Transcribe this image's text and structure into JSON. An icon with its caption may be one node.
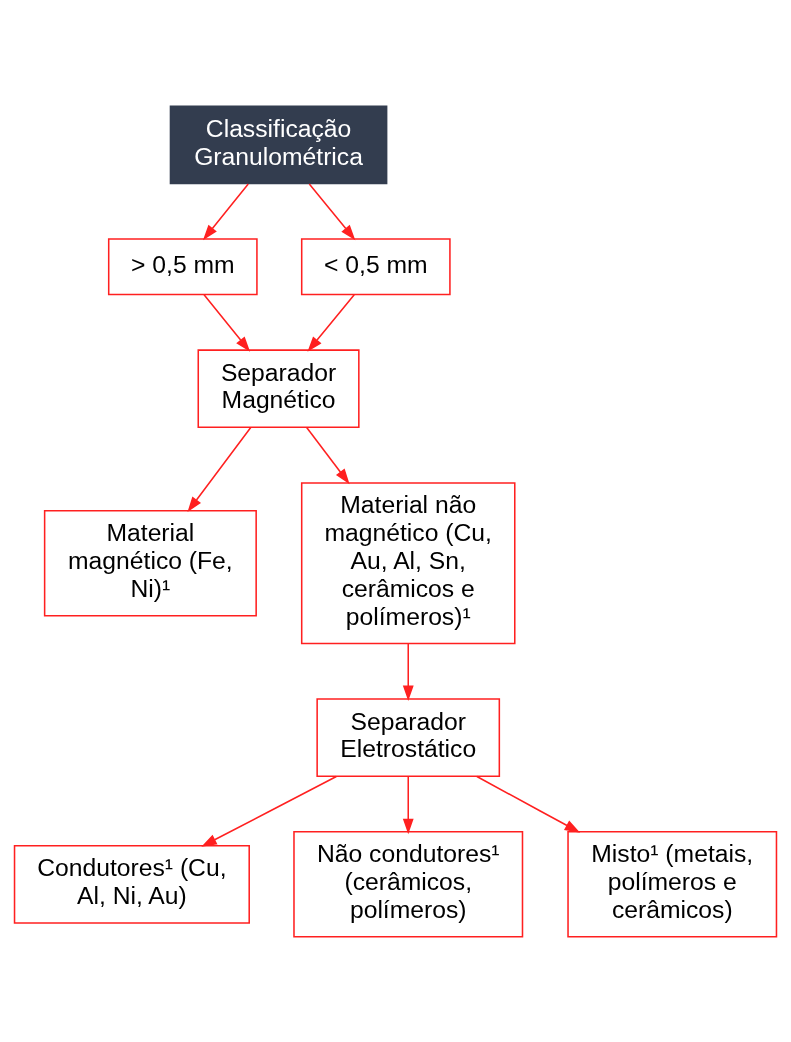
{
  "diagram": {
    "nodes": [
      {
        "text": [
          "Classificação Granulométrica"
        ]
      },
      {
        "text": [
          "> 0,5 mm"
        ]
      },
      {
        "text": [
          "< 0,5 mm"
        ]
      },
      {
        "text": [
          "Material magnético (Fe, Ni)¹"
        ]
      },
      {
        "text": [
          "Separador Magnético"
        ]
      },
      {
        "text": [
          "Material não magnético (Cu, Au, Al, Sn, cerâmicos e polímeros)¹"
        ]
      },
      {
        "text": [
          "Separador Eletrostático"
        ]
      },
      {
        "text": [
          "Condutores¹ (Cu, Al, Ni, Au)"
        ]
      },
      {
        "text": [
          "Não condutores¹ (cerâmicos, polímeros)"
        ]
      },
      {
        "text": [
          "Misto¹ (metais, polímeros e cerâmicos)"
        ]
      }
    ],
    "edges": [
      {
        "from": 0,
        "to": 1,
        "arrow": "to"
      },
      {
        "from": 0,
        "to": 2,
        "arrow": "to"
      },
      {
        "from": 1,
        "to": 4,
        "arrow": "to"
      },
      {
        "from": 2,
        "to": 4,
        "arrow": "to"
      },
      {
        "from": 4,
        "to": 3,
        "arrow": "to"
      },
      {
        "from": 4,
        "to": 5,
        "arrow": "to"
      },
      {
        "from": 5,
        "to": 6,
        "arrow": "to"
      },
      {
        "from": 6,
        "to": 7,
        "arrow": "to"
      },
      {
        "from": 6,
        "to": 8,
        "arrow": "to"
      },
      {
        "from": 6,
        "to": 9,
        "arrow": "to"
      }
    ]
  }
}
